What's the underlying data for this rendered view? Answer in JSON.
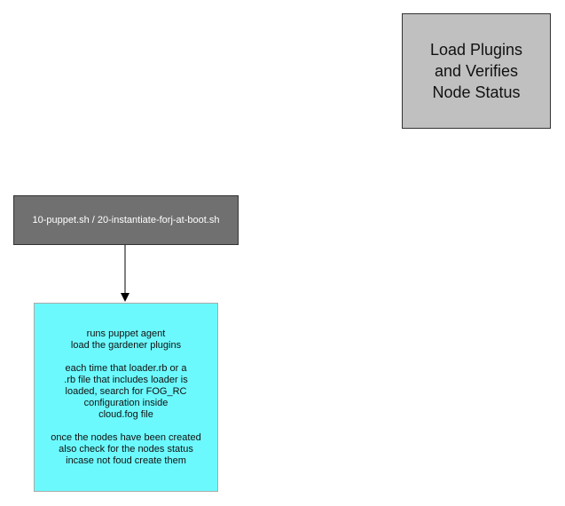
{
  "title_box": {
    "lines": [
      "Load Plugins",
      "and Verifies",
      "Node Status"
    ]
  },
  "script_box": {
    "label": "10-puppet.sh / 20-instantiate-forj-at-boot.sh"
  },
  "description_box": {
    "para1": [
      "runs puppet agent",
      "load the gardener plugins"
    ],
    "para2": [
      "each time that loader.rb or a",
      ".rb file that includes loader is",
      "loaded, search for FOG_RC",
      "configuration inside",
      "cloud.fog file"
    ],
    "para3": [
      "once the nodes have been created",
      "also check for the nodes status",
      "incase not foud create them"
    ]
  },
  "colors": {
    "title_fill": "#c0c0c0",
    "script_fill": "#707070",
    "description_fill": "#6cf9fd"
  }
}
